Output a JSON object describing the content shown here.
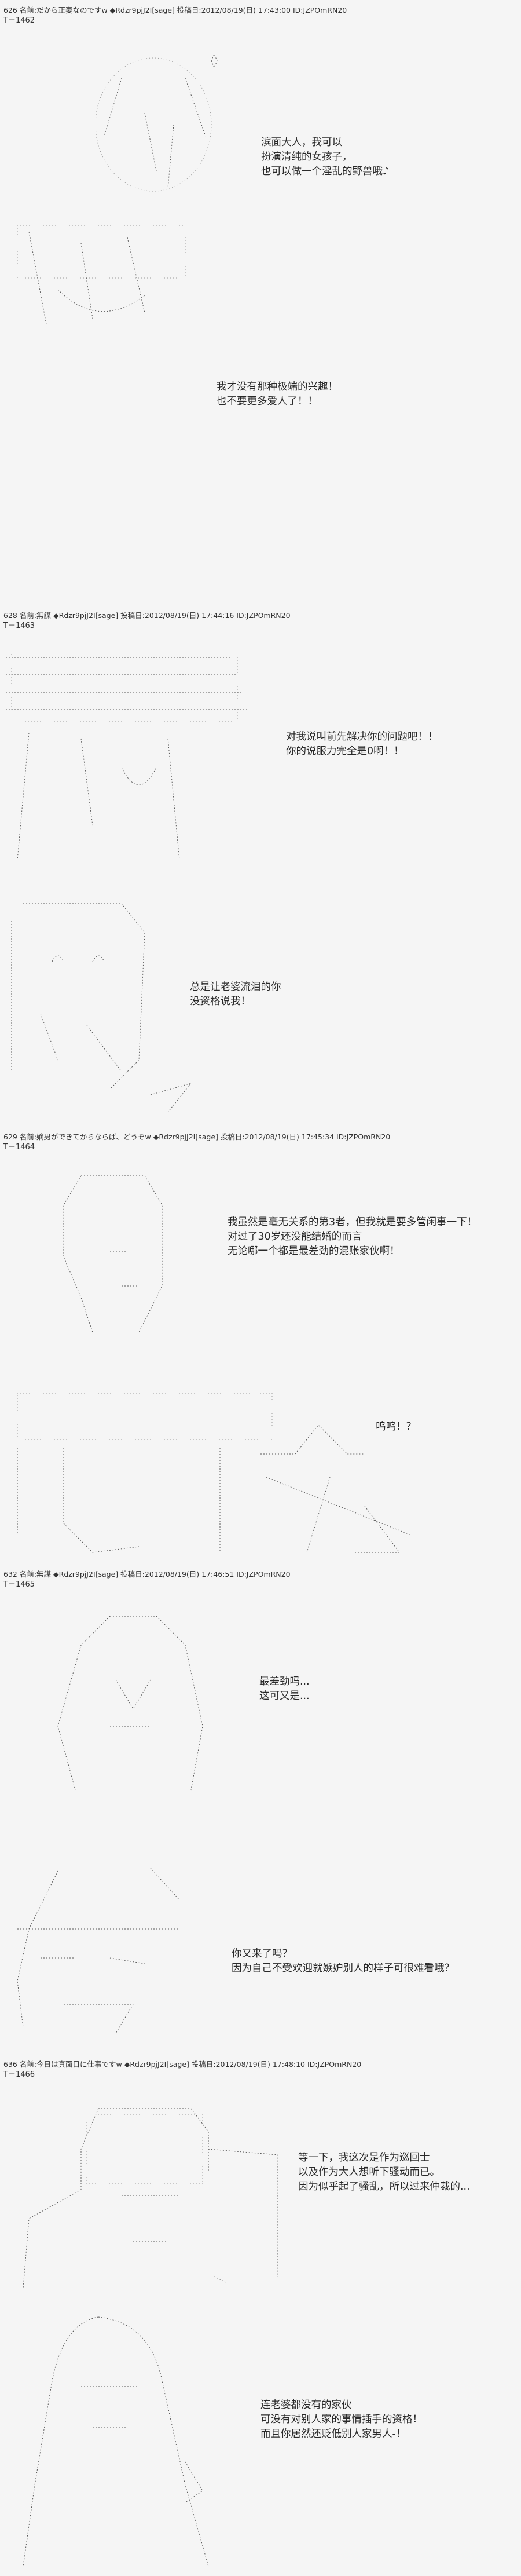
{
  "posts": [
    {
      "header": "626 名前:だから正妻なのですw ◆Rdzr9pjJ2I[sage] 投稿日:2012/08/19(日) 17:43:00 ID:JZPOmRN20",
      "number": "T－1462",
      "panels": [
        {
          "lines": [
            "滨面大人，我可以",
            "扮演清纯的女孩子，",
            "也可以做一个淫乱的野兽哦♪"
          ]
        },
        {
          "lines": [
            "我才没有那种极端的兴趣！",
            "也不要更多爱人了！！"
          ]
        }
      ]
    },
    {
      "header": "628 名前:無謀 ◆Rdzr9pjJ2I[sage] 投稿日:2012/08/19(日) 17:44:16 ID:JZPOmRN20",
      "number": "T－1463",
      "panels": [
        {
          "lines": [
            "对我说叫前先解决你的问题吧！！",
            "你的说服力完全是0啊！！"
          ]
        },
        {
          "lines": [
            "总是让老婆流泪的你",
            "没资格说我！"
          ]
        }
      ]
    },
    {
      "header": "629 名前:嫡男ができてからならば、どうぞw ◆Rdzr9pjJ2I[sage] 投稿日:2012/08/19(日) 17:45:34 ID:JZPOmRN20",
      "number": "T－1464",
      "panels": [
        {
          "lines": [
            "我虽然是毫无关系的第3者，但我就是要多管闲事一下！",
            "对过了30岁还没能结婚的而言",
            "无论哪一个都是最差劲的混账家伙啊！"
          ]
        },
        {
          "lines": [
            "呜呜！？"
          ]
        }
      ]
    },
    {
      "header": "632 名前:無謀 ◆Rdzr9pjJ2I[sage] 投稿日:2012/08/19(日) 17:46:51 ID:JZPOmRN20",
      "number": "T－1465",
      "panels": [
        {
          "lines": [
            "最差劲吗...",
            "这可又是..."
          ]
        },
        {
          "lines": [
            "你又来了吗？",
            "因为自己不受欢迎就嫉妒别人的样子可很难看哦？"
          ]
        }
      ]
    },
    {
      "header": "636 名前:今日は真面目に仕事ですw ◆Rdzr9pjJ2I[sage] 投稿日:2012/08/19(日) 17:48:10 ID:JZPOmRN20",
      "number": "T－1466",
      "panels": [
        {
          "lines": [
            "等一下，我这次是作为巡回士",
            "以及作为大人想听下骚动而已。",
            "因为似乎起了骚乱，所以过来仲裁的..."
          ]
        },
        {
          "lines": [
            "连老婆都没有的家伙",
            "可没有对别人家的事情插手的资格！",
            "而且你居然还贬低别人家男人-！"
          ]
        }
      ]
    }
  ],
  "colors": {
    "background": "#f5f5f5",
    "text": "#2a2a2a",
    "art": "#444444"
  }
}
